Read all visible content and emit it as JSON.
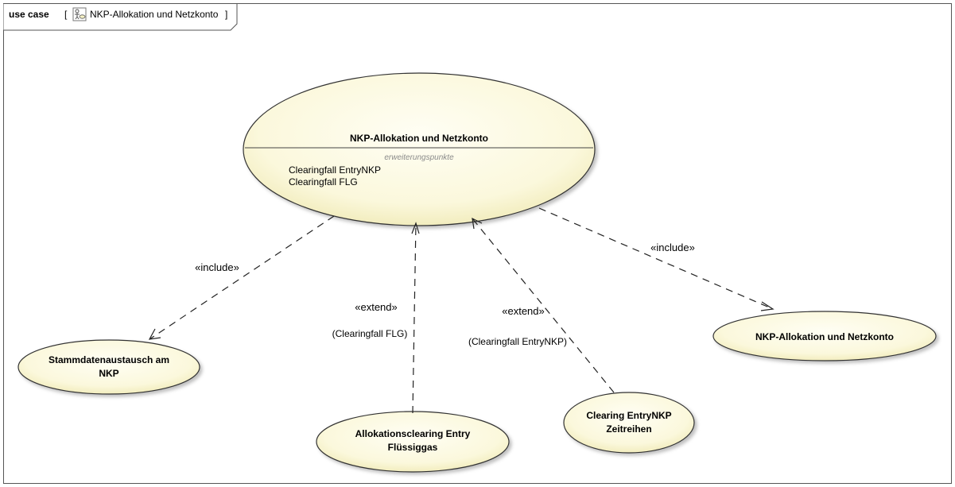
{
  "frame": {
    "keyword": "use case",
    "name": "NKP-Allokation und Netzkonto",
    "icon": "use-case-diagram-icon"
  },
  "main_use_case": {
    "title": "NKP-Allokation und Netzkonto",
    "extension_points_header": "erweiterungspunkte",
    "extension_points": [
      "Clearingfall EntryNKP",
      "Clearingfall FLG"
    ]
  },
  "use_cases": {
    "stammdaten": [
      "Stammdatenaustausch am",
      "NKP"
    ],
    "allokationsclearing": [
      "Allokationsclearing  Entry",
      "Flüssiggas"
    ],
    "clearing_entry": [
      "Clearing EntryNKP",
      "Zeitreihen"
    ],
    "nkp_right": [
      "NKP-Allokation und Netzkonto"
    ]
  },
  "relationships": {
    "include_left": "«include»",
    "include_right": "«include»",
    "extend_flg": "«extend»",
    "extend_flg_condition": "(Clearingfall FLG)",
    "extend_nkp": "«extend»",
    "extend_nkp_condition": "(Clearingfall EntryNKP)"
  },
  "colors": {
    "use_case_fill_light": "#fffef2",
    "use_case_fill_dark": "#f3eec0",
    "line": "#222222"
  }
}
